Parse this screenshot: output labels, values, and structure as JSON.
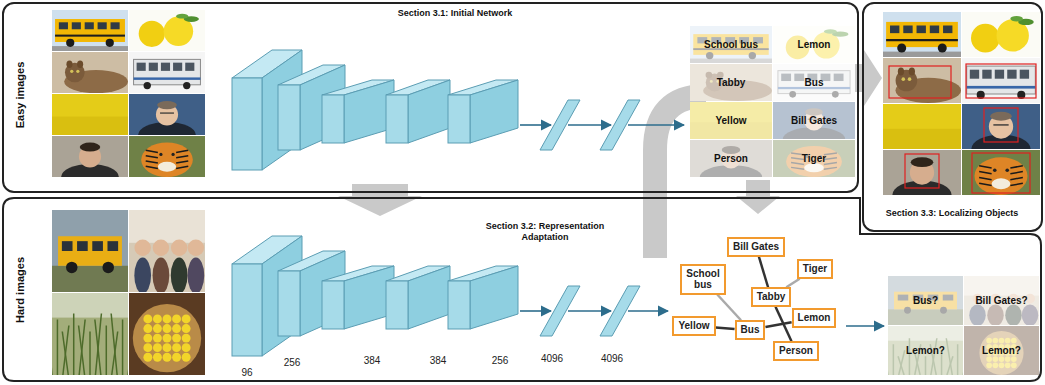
{
  "diagram": {
    "nodes": [
      {
        "text": [
          "Easy images",
          "Section 3.1: Initial Network"
        ]
      },
      {
        "text": [
          "School bus"
        ],
        "in": 0
      },
      {
        "text": [
          "Lemon"
        ],
        "in": 0
      },
      {
        "text": [
          "Tabby"
        ],
        "in": 0
      },
      {
        "text": [
          "Bus"
        ],
        "in": 0
      },
      {
        "text": [
          "Yellow"
        ],
        "in": 0
      },
      {
        "text": [
          "Bill Gates"
        ],
        "in": 0
      },
      {
        "text": [
          "Person"
        ],
        "in": 0
      },
      {
        "text": [
          "Tiger"
        ],
        "in": 0
      },
      {
        "text": [
          "Section 3.3: Localizing Objects"
        ]
      },
      {
        "text": [
          "Hard images",
          "Section 3.2: Representation Adaptation"
        ]
      },
      {
        "text": [
          "Bill Gates"
        ],
        "in": 10
      },
      {
        "text": [
          "School bus"
        ],
        "in": 10
      },
      {
        "text": [
          "Tiger"
        ],
        "in": 10
      },
      {
        "text": [
          "Tabby"
        ],
        "in": 10
      },
      {
        "text": [
          "Lemon"
        ],
        "in": 10
      },
      {
        "text": [
          "Yellow"
        ],
        "in": 10
      },
      {
        "text": [
          "Bus"
        ],
        "in": 10
      },
      {
        "text": [
          "Person"
        ],
        "in": 10
      },
      {
        "text": [
          "Bus?"
        ],
        "in": 10
      },
      {
        "text": [
          "Bill Gates?"
        ],
        "in": 10
      },
      {
        "text": [
          "Lemon?"
        ],
        "in": 10
      },
      {
        "text": [
          "Lemon?"
        ],
        "in": 10
      }
    ],
    "edges": [
      {
        "from": 11,
        "to": 14,
        "arrow": "none"
      },
      {
        "from": 14,
        "to": 18,
        "arrow": "none"
      },
      {
        "from": 13,
        "to": 14,
        "arrow": "none"
      },
      {
        "from": 12,
        "to": 17,
        "arrow": "none"
      },
      {
        "from": 16,
        "to": 17,
        "arrow": "none"
      },
      {
        "from": 17,
        "to": 15,
        "arrow": "none"
      }
    ],
    "labels": [
      "96",
      "256",
      "384",
      "384",
      "256",
      "4096",
      "4096"
    ]
  }
}
